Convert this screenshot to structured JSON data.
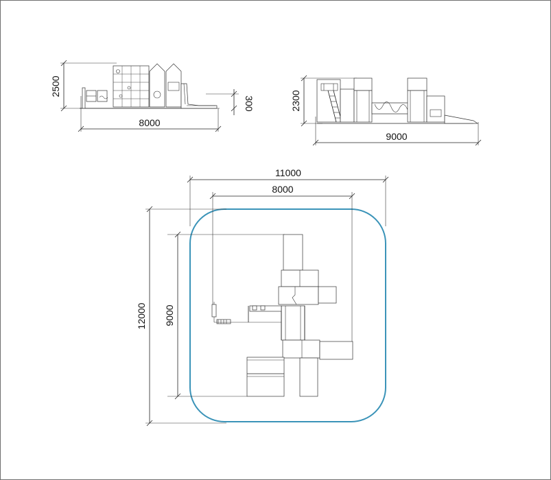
{
  "drawing": {
    "side_view_1": {
      "height_total": "2500",
      "height_low": "300",
      "width": "8000"
    },
    "side_view_2": {
      "height": "2300",
      "width": "9000"
    },
    "plan_view": {
      "outer_width": "11000",
      "inner_width": "8000",
      "outer_height": "12000",
      "inner_height": "9000"
    },
    "colors": {
      "safety_zone": "#3a93b8",
      "lines": "#222222"
    }
  }
}
